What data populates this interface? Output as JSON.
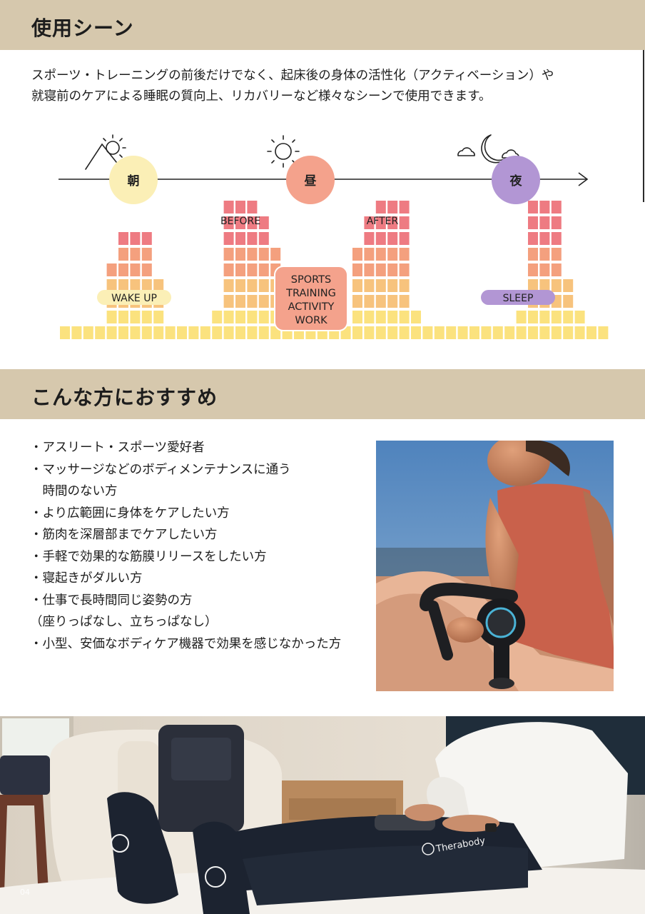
{
  "section1": {
    "title": "使用シーン",
    "intro_line1": "スポーツ・トレーニングの前後だけでなく、起床後の身体の活性化（アクティベーション）や",
    "intro_line2": "就寝前のケアによる睡眠の質向上、リカバリーなど様々なシーンで使用できます。"
  },
  "timeline": {
    "morning": "朝",
    "noon": "昼",
    "night": "夜",
    "before": "BEFORE",
    "after": "AFTER",
    "wake_up": "WAKE UP",
    "sleep": "SLEEP",
    "center_lines": [
      "SPORTS",
      "TRAINING",
      "ACTIVITY",
      "WORK"
    ],
    "colors": {
      "morning": "#fbefb6",
      "noon": "#f4a28c",
      "night": "#b296d4",
      "low": "#fbe27e",
      "mid": "#f7c37d",
      "high": "#f4a07e",
      "top": "#ee7b82"
    }
  },
  "section2": {
    "title": "こんな方におすすめ",
    "bullets": [
      [
        "・アスリート・スポーツ愛好者"
      ],
      [
        "・マッサージなどのボディメンテナンスに通う",
        "　時間のない方"
      ],
      [
        "・より広範囲に身体をケアしたい方"
      ],
      [
        "・筋肉を深層部までケアしたい方"
      ],
      [
        "・手軽で効果的な筋膜リリースをしたい方"
      ],
      [
        "・寝起きがダルい方"
      ],
      [
        "・仕事で長時間同じ姿勢の方",
        "（座りっぱなし、立ちっぱなし）"
      ],
      [
        "・小型、安価なボディケア機器で効果を感じなかった方"
      ]
    ]
  },
  "photo": {
    "brand_logo": "Therabody"
  },
  "page_number": "04"
}
